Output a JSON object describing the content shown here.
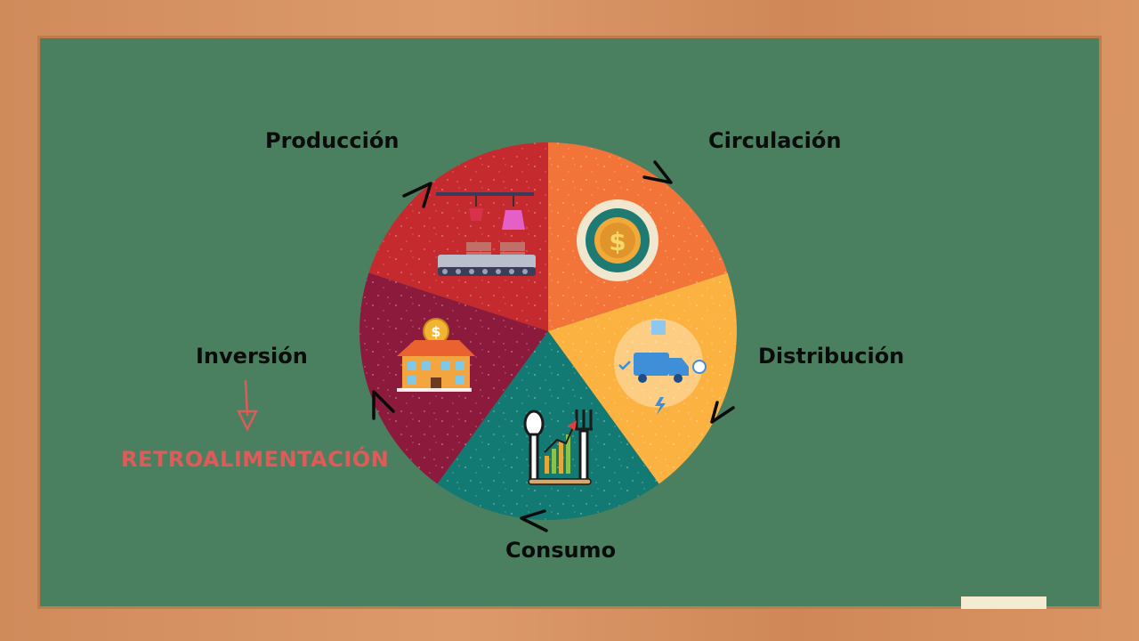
{
  "diagram": {
    "stages": [
      {
        "label": "Producción",
        "icon": "factory-conveyor-icon",
        "color": "#c42a2e"
      },
      {
        "label": "Circulación",
        "icon": "dollar-gear-icon",
        "color": "#f37439"
      },
      {
        "label": "Distribución",
        "icon": "delivery-truck-icon",
        "color": "#fbb241"
      },
      {
        "label": "Consumo",
        "icon": "utensils-growth-chart-icon",
        "color": "#127a72"
      },
      {
        "label": "Inversión",
        "icon": "house-coin-icon",
        "color": "#8c1a3c"
      }
    ],
    "feedback_label": "RETROALIMENTACIÓN",
    "feedback_color": "#e05a5a",
    "board_color": "#4a8060",
    "frame_color": "#d38d5f"
  }
}
